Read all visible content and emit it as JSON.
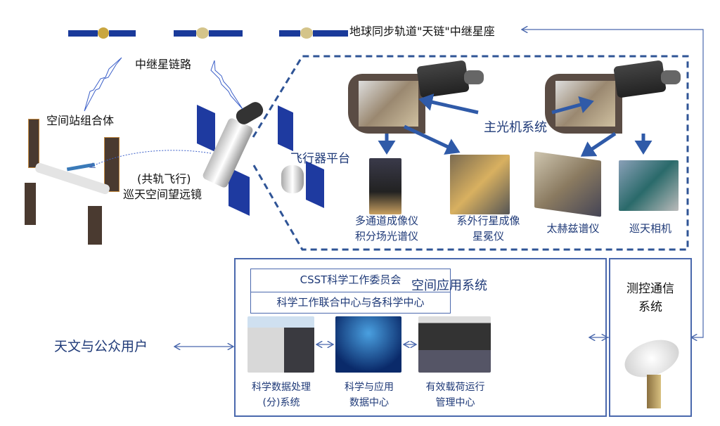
{
  "relay": {
    "constellation_label": "地球同步轨道\"天链\"中继星座",
    "link_label": "中继星链路"
  },
  "station": {
    "label": "空间站组合体"
  },
  "telescope": {
    "line1": "(共轨飞行)",
    "line2": "巡天空间望远镜"
  },
  "platform": {
    "label": "飞行器平台"
  },
  "optics": {
    "label": "主光机系统"
  },
  "instruments": [
    {
      "line1": "多通道成像仪",
      "line2": "积分场光谱仪"
    },
    {
      "line1": "系外行星成像",
      "line2": "星冕仪"
    },
    {
      "line1": "太赫兹谱仪"
    },
    {
      "line1": "巡天相机"
    }
  ],
  "application": {
    "title": "空间应用系统",
    "committee": "CSST科学工作委员会",
    "centers": "科学工作联合中心与各科学中心",
    "units": [
      {
        "line1": "科学数据处理",
        "line2": "(分)系统"
      },
      {
        "line1": "科学与应用",
        "line2": "数据中心"
      },
      {
        "line1": "有效载荷运行",
        "line2": "管理中心"
      }
    ]
  },
  "ttc": {
    "line1": "测控通信",
    "line2": "系统"
  },
  "users": {
    "label": "天文与公众用户"
  },
  "colors": {
    "navy": "#1f3a78",
    "border": "#4a68ad",
    "dash": "#2f5496",
    "panel": "#1a3a9a"
  }
}
